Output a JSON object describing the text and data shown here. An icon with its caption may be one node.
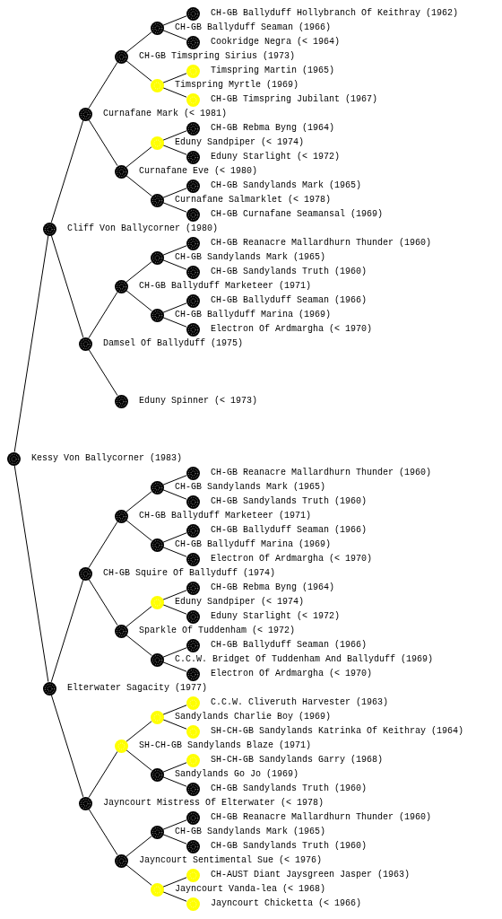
{
  "diagram": {
    "nodes": [
      {
        "text": [
          "CH-GB Ballyduff Hollybranch Of Keithray (1962)"
        ]
      },
      {
        "text": [
          "CH-GB Ballyduff Seaman (1966)"
        ]
      },
      {
        "text": [
          "Cookridge Negra (< 1964)"
        ]
      },
      {
        "text": [
          "CH-GB Timspring Sirius (1973)"
        ]
      },
      {
        "text": [
          "Timspring Martin (1965)"
        ]
      },
      {
        "text": [
          "Timspring Myrtle (1969)"
        ]
      },
      {
        "text": [
          "CH-GB Timspring Jubilant (1967)"
        ]
      },
      {
        "text": [
          "Curnafane Mark (< 1981)"
        ]
      },
      {
        "text": [
          "CH-GB Rebma Byng (1964)"
        ]
      },
      {
        "text": [
          "Eduny Sandpiper (< 1974)"
        ]
      },
      {
        "text": [
          "Eduny Starlight (< 1972)"
        ]
      },
      {
        "text": [
          "Curnafane Eve (< 1980)"
        ]
      },
      {
        "text": [
          "CH-GB Sandylands Mark (1965)"
        ]
      },
      {
        "text": [
          "Curnafane Salmarklet (< 1978)"
        ]
      },
      {
        "text": [
          "CH-GB Curnafane Seamansal (1969)"
        ]
      },
      {
        "text": [
          "Cliff Von Ballycorner (1980)"
        ]
      },
      {
        "text": [
          "CH-GB Reanacre Mallardhurn Thunder (1960)"
        ]
      },
      {
        "text": [
          "CH-GB Sandylands Mark (1965)"
        ]
      },
      {
        "text": [
          "CH-GB Sandylands Truth (1960)"
        ]
      },
      {
        "text": [
          "CH-GB Ballyduff Marketeer (1971)"
        ]
      },
      {
        "text": [
          "CH-GB Ballyduff Seaman (1966)"
        ]
      },
      {
        "text": [
          "CH-GB Ballyduff Marina (1969)"
        ]
      },
      {
        "text": [
          "Electron Of Ardmargha (< 1970)"
        ]
      },
      {
        "text": [
          "Damsel Of Ballyduff (1975)"
        ]
      },
      {
        "text": [
          "Eduny Spinner (< 1973)"
        ]
      },
      {
        "text": [
          "Kessy Von Ballycorner (1983)"
        ]
      },
      {
        "text": [
          "CH-GB Reanacre Mallardhurn Thunder (1960)"
        ]
      },
      {
        "text": [
          "CH-GB Sandylands Mark (1965)"
        ]
      },
      {
        "text": [
          "CH-GB Sandylands Truth (1960)"
        ]
      },
      {
        "text": [
          "CH-GB Ballyduff Marketeer (1971)"
        ]
      },
      {
        "text": [
          "CH-GB Ballyduff Seaman (1966)"
        ]
      },
      {
        "text": [
          "CH-GB Ballyduff Marina (1969)"
        ]
      },
      {
        "text": [
          "Electron Of Ardmargha (< 1970)"
        ]
      },
      {
        "text": [
          "CH-GB Squire Of Ballyduff (1974)"
        ]
      },
      {
        "text": [
          "CH-GB Rebma Byng (1964)"
        ]
      },
      {
        "text": [
          "Eduny Sandpiper (< 1974)"
        ]
      },
      {
        "text": [
          "Eduny Starlight (< 1972)"
        ]
      },
      {
        "text": [
          "Sparkle Of Tuddenham (< 1972)"
        ]
      },
      {
        "text": [
          "CH-GB Ballyduff Seaman (1966)"
        ]
      },
      {
        "text": [
          "C.C.W. Bridget Of Tuddenham And Ballyduff (1969)"
        ]
      },
      {
        "text": [
          "Electron Of Ardmargha (< 1970)"
        ]
      },
      {
        "text": [
          "Elterwater Sagacity (1977)"
        ]
      },
      {
        "text": [
          "C.C.W. Cliveruth Harvester (1963)"
        ]
      },
      {
        "text": [
          "Sandylands Charlie Boy (1969)"
        ]
      },
      {
        "text": [
          "SH-CH-GB Sandylands Katrinka Of Keithray (1964)"
        ]
      },
      {
        "text": [
          "SH-CH-GB Sandylands Blaze (1971)"
        ]
      },
      {
        "text": [
          "SH-CH-GB Sandylands Garry (1968)"
        ]
      },
      {
        "text": [
          "Sandylands Go Jo (1969)"
        ]
      },
      {
        "text": [
          "CH-GB Sandylands Truth (1960)"
        ]
      },
      {
        "text": [
          "Jayncourt Mistress Of Elterwater (< 1978)"
        ]
      },
      {
        "text": [
          "CH-GB Reanacre Mallardhurn Thunder (1960)"
        ]
      },
      {
        "text": [
          "CH-GB Sandylands Mark (1965)"
        ]
      },
      {
        "text": [
          "CH-GB Sandylands Truth (1960)"
        ]
      },
      {
        "text": [
          "Jayncourt Sentimental Sue (< 1976)"
        ]
      },
      {
        "text": [
          "CH-AUST Diant Jaysgreen Jasper (1963)"
        ]
      },
      {
        "text": [
          "Jayncourt Vanda-lea (< 1968)"
        ]
      },
      {
        "text": [
          "Jayncourt Chicketta (< 1966)"
        ]
      }
    ],
    "edges": [
      {
        "from": 25,
        "to": 15,
        "arrow": "none"
      },
      {
        "from": 25,
        "to": 41,
        "arrow": "none"
      },
      {
        "from": 15,
        "to": 7,
        "arrow": "none"
      },
      {
        "from": 15,
        "to": 23,
        "arrow": "none"
      },
      {
        "from": 7,
        "to": 3,
        "arrow": "none"
      },
      {
        "from": 7,
        "to": 11,
        "arrow": "none"
      },
      {
        "from": 3,
        "to": 1,
        "arrow": "none"
      },
      {
        "from": 3,
        "to": 5,
        "arrow": "none"
      },
      {
        "from": 1,
        "to": 0,
        "arrow": "none"
      },
      {
        "from": 1,
        "to": 2,
        "arrow": "none"
      },
      {
        "from": 5,
        "to": 4,
        "arrow": "none"
      },
      {
        "from": 5,
        "to": 6,
        "arrow": "none"
      },
      {
        "from": 11,
        "to": 9,
        "arrow": "none"
      },
      {
        "from": 11,
        "to": 13,
        "arrow": "none"
      },
      {
        "from": 9,
        "to": 8,
        "arrow": "none"
      },
      {
        "from": 9,
        "to": 10,
        "arrow": "none"
      },
      {
        "from": 13,
        "to": 12,
        "arrow": "none"
      },
      {
        "from": 13,
        "to": 14,
        "arrow": "none"
      },
      {
        "from": 23,
        "to": 19,
        "arrow": "none"
      },
      {
        "from": 23,
        "to": 24,
        "arrow": "none"
      },
      {
        "from": 19,
        "to": 17,
        "arrow": "none"
      },
      {
        "from": 19,
        "to": 21,
        "arrow": "none"
      },
      {
        "from": 17,
        "to": 16,
        "arrow": "none"
      },
      {
        "from": 17,
        "to": 18,
        "arrow": "none"
      },
      {
        "from": 21,
        "to": 20,
        "arrow": "none"
      },
      {
        "from": 21,
        "to": 22,
        "arrow": "none"
      },
      {
        "from": 41,
        "to": 33,
        "arrow": "none"
      },
      {
        "from": 41,
        "to": 49,
        "arrow": "none"
      },
      {
        "from": 33,
        "to": 29,
        "arrow": "none"
      },
      {
        "from": 33,
        "to": 37,
        "arrow": "none"
      },
      {
        "from": 29,
        "to": 27,
        "arrow": "none"
      },
      {
        "from": 29,
        "to": 31,
        "arrow": "none"
      },
      {
        "from": 27,
        "to": 26,
        "arrow": "none"
      },
      {
        "from": 27,
        "to": 28,
        "arrow": "none"
      },
      {
        "from": 31,
        "to": 30,
        "arrow": "none"
      },
      {
        "from": 31,
        "to": 32,
        "arrow": "none"
      },
      {
        "from": 37,
        "to": 35,
        "arrow": "none"
      },
      {
        "from": 37,
        "to": 39,
        "arrow": "none"
      },
      {
        "from": 35,
        "to": 34,
        "arrow": "none"
      },
      {
        "from": 35,
        "to": 36,
        "arrow": "none"
      },
      {
        "from": 39,
        "to": 38,
        "arrow": "none"
      },
      {
        "from": 39,
        "to": 40,
        "arrow": "none"
      },
      {
        "from": 49,
        "to": 45,
        "arrow": "none"
      },
      {
        "from": 49,
        "to": 53,
        "arrow": "none"
      },
      {
        "from": 45,
        "to": 43,
        "arrow": "none"
      },
      {
        "from": 45,
        "to": 47,
        "arrow": "none"
      },
      {
        "from": 43,
        "to": 42,
        "arrow": "none"
      },
      {
        "from": 43,
        "to": 44,
        "arrow": "none"
      },
      {
        "from": 47,
        "to": 46,
        "arrow": "none"
      },
      {
        "from": 47,
        "to": 48,
        "arrow": "none"
      },
      {
        "from": 53,
        "to": 51,
        "arrow": "none"
      },
      {
        "from": 53,
        "to": 55,
        "arrow": "none"
      },
      {
        "from": 51,
        "to": 50,
        "arrow": "none"
      },
      {
        "from": 51,
        "to": 52,
        "arrow": "none"
      },
      {
        "from": 55,
        "to": 54,
        "arrow": "none"
      },
      {
        "from": 55,
        "to": 56,
        "arrow": "none"
      }
    ]
  }
}
